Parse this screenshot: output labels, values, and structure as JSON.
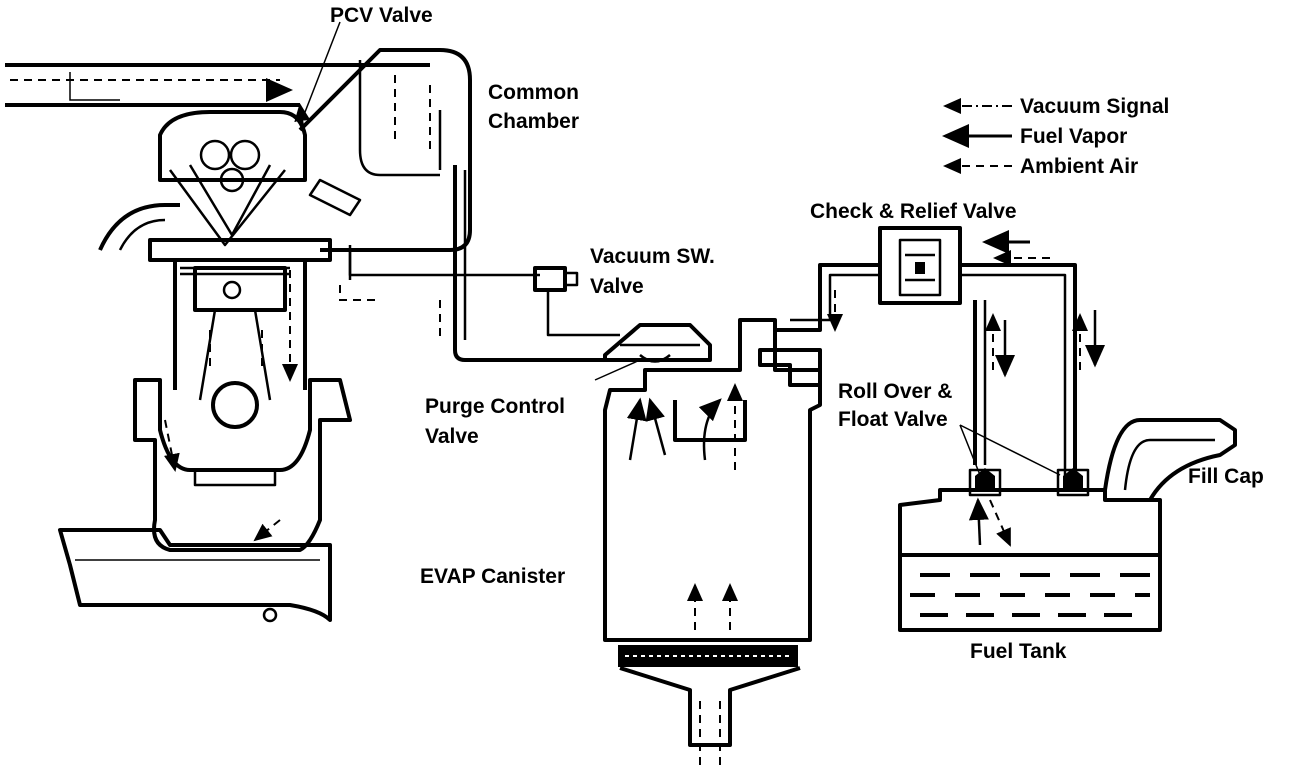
{
  "labels": {
    "pcv_valve": "PCV Valve",
    "common_chamber_1": "Common",
    "common_chamber_2": "Chamber",
    "vacuum_sw_1": "Vacuum SW.",
    "vacuum_sw_2": "Valve",
    "purge_control_1": "Purge Control",
    "purge_control_2": "Valve",
    "evap_canister": "EVAP Canister",
    "check_relief": "Check & Relief Valve",
    "roll_over_1": "Roll Over &",
    "roll_over_2": "Float Valve",
    "fill_cap": "Fill Cap",
    "fuel_tank": "Fuel Tank"
  },
  "legend": {
    "vacuum_signal": "Vacuum Signal",
    "fuel_vapor": "Fuel Vapor",
    "ambient_air": "Ambient Air"
  },
  "colors": {
    "ink": "#000000",
    "paper": "#ffffff"
  }
}
